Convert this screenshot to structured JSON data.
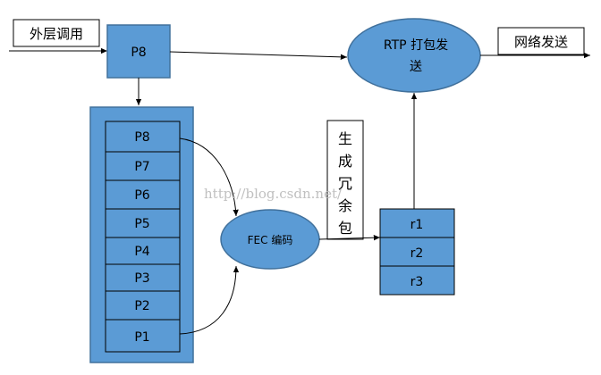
{
  "external_call_label": "外层调用",
  "top_packet_label": "P8",
  "packet_stack": [
    "P8",
    "P7",
    "P6",
    "P5",
    "P4",
    "P3",
    "P2",
    "P1"
  ],
  "fec_label": "FEC 编码",
  "redundant_note_chars": [
    "生",
    "成",
    "冗",
    "余",
    "包"
  ],
  "redundant_packets": [
    "r1",
    "r2",
    "r3"
  ],
  "rtp_label_line1": "RTP 打包发",
  "rtp_label_line2": "送",
  "send_label": "网络发送",
  "watermark": "http://blog.csdn.net/",
  "colors": {
    "fill_blue": "#5b9bd5",
    "stroke_blue": "#41719c",
    "line": "#000000",
    "background": "#ffffff"
  }
}
